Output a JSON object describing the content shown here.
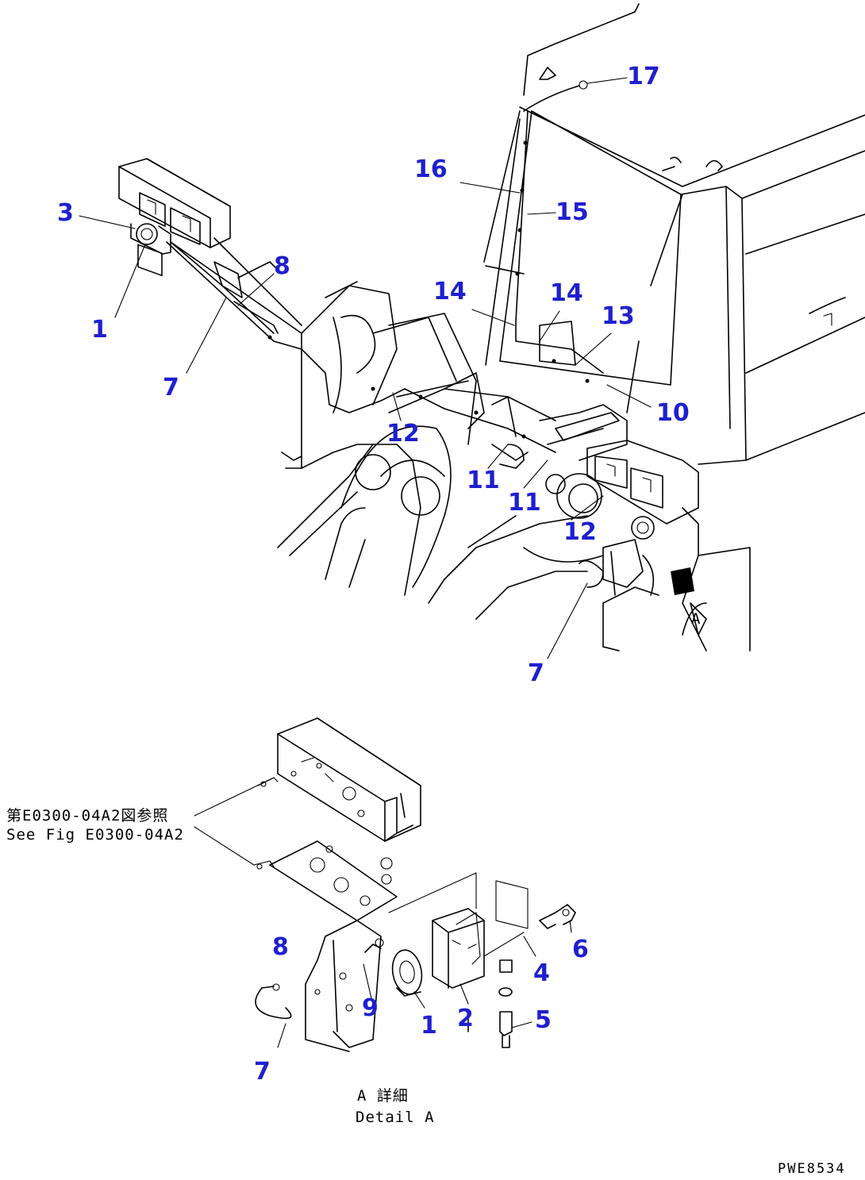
{
  "drawing_code": "PWE8534",
  "reference_note": {
    "japanese": "第E0300-04A2図参照",
    "english": "See Fig E0300-04A2"
  },
  "detail_label": {
    "japanese": "A 詳細",
    "english": "Detail A"
  },
  "view_marker": "A",
  "callouts": {
    "c1_top": "1",
    "c3": "3",
    "c7_left": "7",
    "c8_top": "8",
    "c16": "16",
    "c15": "15",
    "c17": "17",
    "c14_left": "14",
    "c14_right": "14",
    "c13": "13",
    "c10": "10",
    "c12_left": "12",
    "c12_right": "12",
    "c11_left": "11",
    "c11_right": "11",
    "c7_mid": "7",
    "c8_detail": "8",
    "c9": "9",
    "c1_detail": "1",
    "c2": "2",
    "c4": "4",
    "c5": "5",
    "c6": "6",
    "c7_detail": "7"
  }
}
